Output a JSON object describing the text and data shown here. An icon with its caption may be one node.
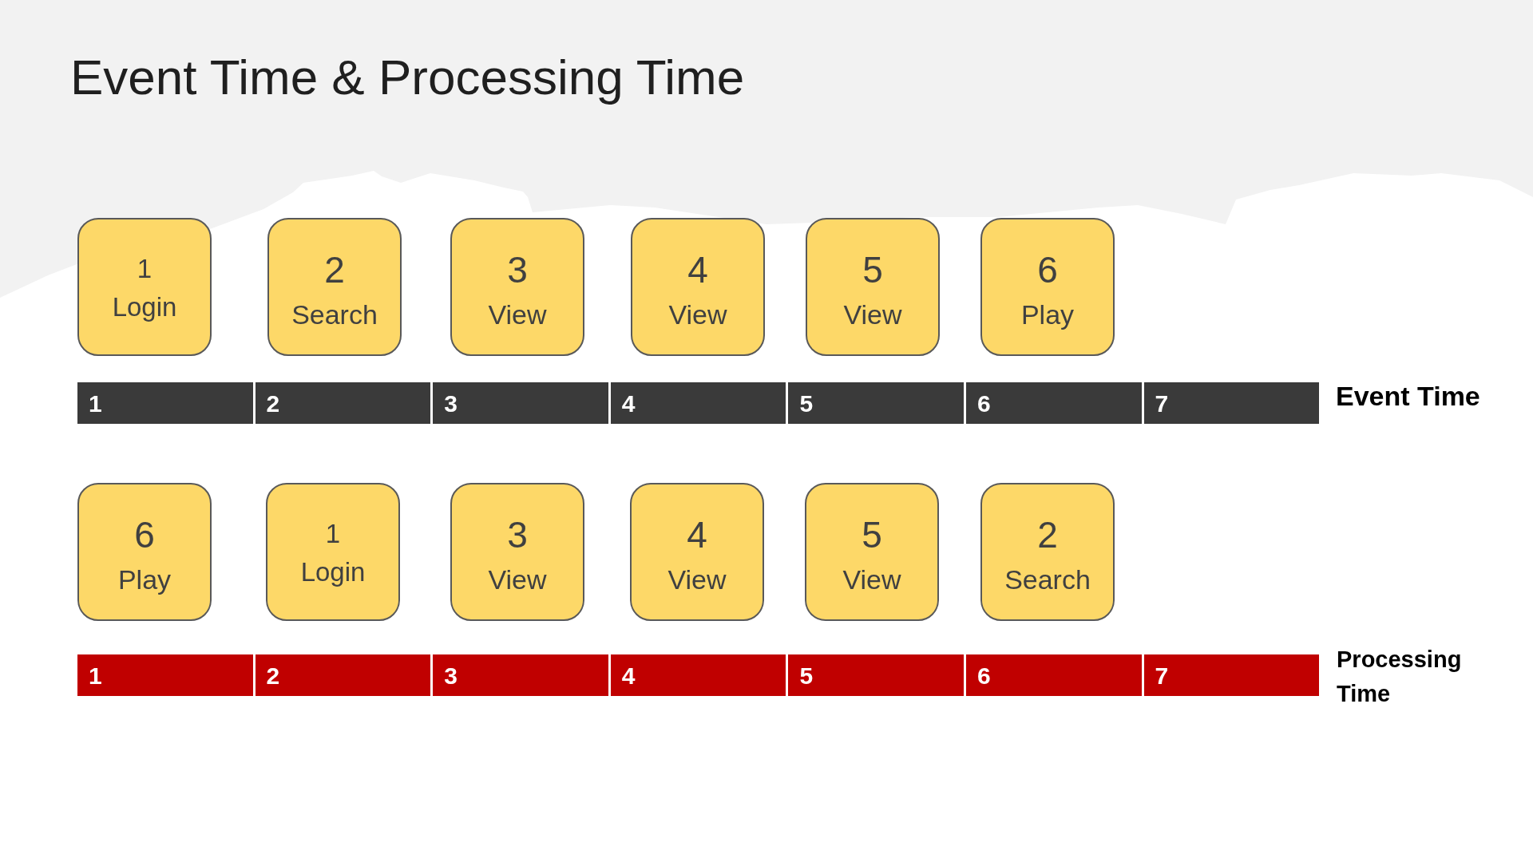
{
  "diagram": {
    "title": "Event Time & Processing Time",
    "nodes": [
      {
        "text": [
          "1",
          "Login"
        ]
      },
      {
        "text": [
          "2",
          "Search"
        ]
      },
      {
        "text": [
          "3",
          "View"
        ]
      },
      {
        "text": [
          "4",
          "View"
        ]
      },
      {
        "text": [
          "5",
          "View"
        ]
      },
      {
        "text": [
          "6",
          "Play"
        ]
      },
      {
        "text": [
          "1"
        ]
      },
      {
        "text": [
          "2"
        ]
      },
      {
        "text": [
          "3"
        ]
      },
      {
        "text": [
          "4"
        ]
      },
      {
        "text": [
          "5"
        ]
      },
      {
        "text": [
          "6"
        ]
      },
      {
        "text": [
          "7"
        ]
      },
      {
        "text": [
          "6",
          "Play"
        ]
      },
      {
        "text": [
          "1",
          "Login"
        ]
      },
      {
        "text": [
          "3",
          "View"
        ]
      },
      {
        "text": [
          "4",
          "View"
        ]
      },
      {
        "text": [
          "5",
          "View"
        ]
      },
      {
        "text": [
          "2",
          "Search"
        ]
      },
      {
        "text": [
          "1"
        ]
      },
      {
        "text": [
          "2"
        ]
      },
      {
        "text": [
          "3"
        ]
      },
      {
        "text": [
          "4"
        ]
      },
      {
        "text": [
          "5"
        ]
      },
      {
        "text": [
          "6"
        ]
      },
      {
        "text": [
          "7"
        ]
      }
    ],
    "labels": [
      "Event Time",
      "Processing Time"
    ]
  }
}
